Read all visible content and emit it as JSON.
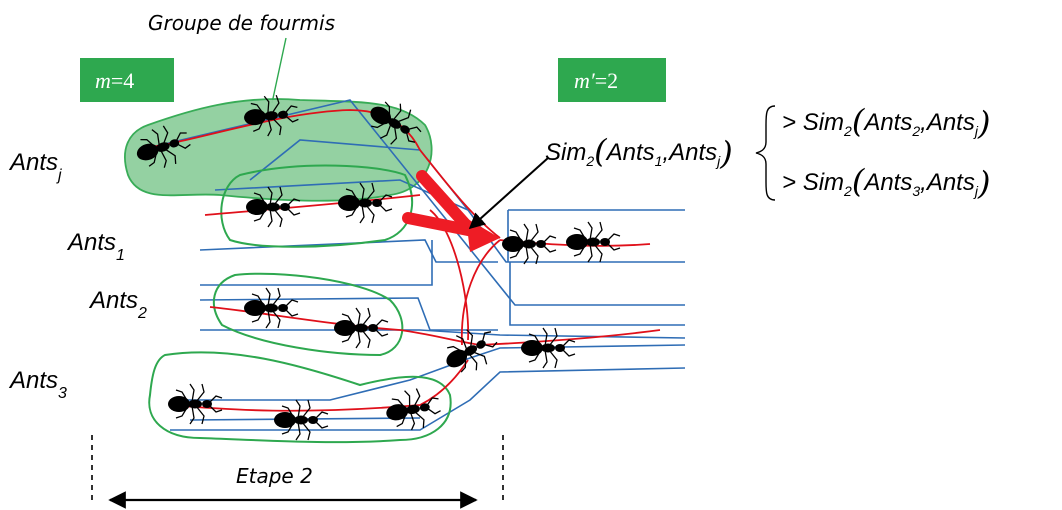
{
  "group_label": "Groupe de fourmis",
  "badges": {
    "m": {
      "var": "m",
      "rest": "=4",
      "color": "#2ea84f"
    },
    "m_prime": {
      "var": "m′",
      "rest": "=2",
      "color": "#2ea84f"
    }
  },
  "ants_labels": [
    {
      "base": "Ants",
      "sub": "j"
    },
    {
      "base": "Ants",
      "sub": "1"
    },
    {
      "base": "Ants",
      "sub": "2"
    },
    {
      "base": "Ants",
      "sub": "3"
    }
  ],
  "formula": {
    "lhs": {
      "fn": "Sim",
      "fn_sub": "2",
      "a": "Ants",
      "a_sub": "1",
      "b": "Ants",
      "b_sub": "j"
    },
    "rhs_top": {
      "op": ">",
      "fn": "Sim",
      "fn_sub": "2",
      "a": "Ants",
      "a_sub": "2",
      "b": "Ants",
      "b_sub": "j"
    },
    "rhs_bottom": {
      "op": ">",
      "fn": "Sim",
      "fn_sub": "2",
      "a": "Ants",
      "a_sub": "3",
      "b": "Ants",
      "b_sub": "j"
    }
  },
  "step_label": "Etape 2",
  "colors": {
    "path_red": "#e0101a",
    "lane_blue": "#2f6db5",
    "group_green": "#2ea84f",
    "group_fill": "#8fcf9e",
    "arrow_red": "#ee1c25"
  }
}
